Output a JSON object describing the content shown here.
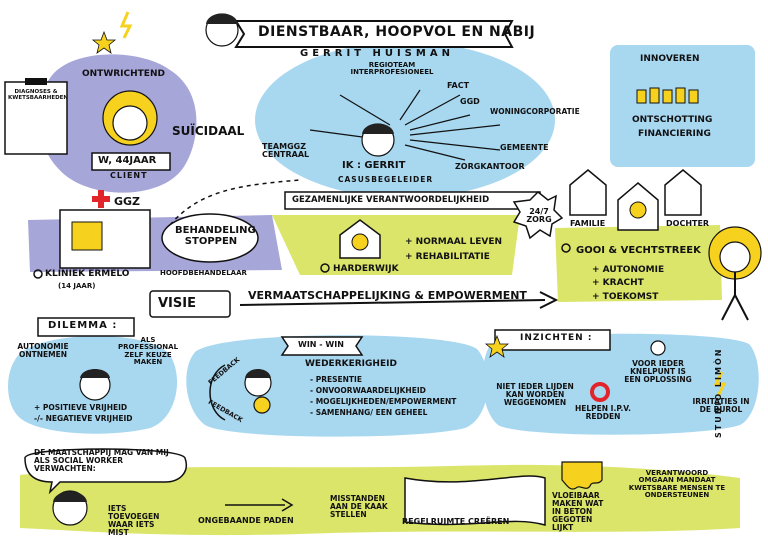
{
  "header": {
    "title": "DIENSTBAAR, HOOPVOL EN NABIJ",
    "subtitle": "GERRIT HUISMAN"
  },
  "client": {
    "ontwrichtend": "ONTWRICHTEND",
    "suicidaal": "SUÏCIDAAL",
    "clipboard_title": "DIAGNOSES & KWETSBAARHEDEN",
    "badge": "W, 44JAAR",
    "role": "CLIENT"
  },
  "network": {
    "regioteam": "REGIOTEAM INTERPROFESIONEEL",
    "fact": "FACT",
    "ggd": "GGD",
    "woningcorporatie": "WONINGCORPORATIE",
    "gemeente": "GEMEENTE",
    "zorgkantoor": "ZORGKANTOOR",
    "teamggz": "TEAMGGZ CENTRAAL",
    "ik": "IK : GERRIT",
    "casus": "CASUSBEGELEIDER",
    "banner": "GEZAMENLIJKE VERANTWOORDELIJKHEID"
  },
  "innoveren": {
    "title": "INNOVEREN",
    "text1": "ONTSCHOTTING",
    "text2": "FINANCIERING"
  },
  "ggz": {
    "label": "GGZ",
    "speech": "BEHANDELING STOPPEN",
    "kliniek": "KLINIEK ERMELO",
    "hoofd": "HOOFDBEHANDELAAR",
    "age": "(14 JAAR)"
  },
  "harderwijk": {
    "label": "HARDERWIJK",
    "items": [
      "+ NORMAAL LEVEN",
      "+ REHABILITATIE"
    ]
  },
  "gooi": {
    "zorg": "24/7 ZORG",
    "familie": "FAMILIE",
    "dochter": "DOCHTER",
    "region": "GOOI & VECHTSTREEK",
    "items": [
      "+ AUTONOMIE",
      "+ KRACHT",
      "+ TOEKOMST"
    ]
  },
  "visie": {
    "label": "VISIE",
    "text": "VERMAATSCHAPPELIJKING & EMPOWERMENT"
  },
  "dilemma": {
    "title": "DILEMMA :",
    "autonomie": "AUTONOMIE ONTNEMEN",
    "prof": "ALS PROFESSIONAL ZELF KEUZE MAKEN",
    "items": [
      "+ POSITIEVE VRIJHEID",
      "-/- NEGATIEVE VRIJHEID"
    ]
  },
  "winwin": {
    "title": "WIN - WIN",
    "feedback1": "FEEDBACK",
    "feedback2": "FEEDBACK",
    "heading": "WEDERKERIGHEID",
    "items": [
      "- PRESENTIE",
      "- ONVOORWAARDELIJKHEID",
      "- MOGELIJKHEDEN/EMPOWERMENT",
      "- SAMENHANG/ EEN GEHEEL"
    ]
  },
  "inzichten": {
    "title": "INZICHTEN :",
    "lijden": "NIET IEDER LIJDEN KAN WORDEN WEGGENOMEN",
    "knelpunt": "VOOR IEDER KNELPUNT IS EEN OPLOSSING",
    "helpen": "HELPEN I.P.V. REDDEN",
    "irritaties": "IRRITATIES IN DE BUROL"
  },
  "bottom": {
    "speech": "DE MAATSCHAPPIJ MAG VAN MIJ ALS SOCIAL WORKER VERWACHTEN:",
    "items": [
      "IETS TOEVOEGEN WAAR IETS MIST",
      "ONGEBAANDE PADEN",
      "MISSTANDEN AAN DE KAAK STELLEN",
      "REGELRUIMTE CREËREN",
      "VLOEIBAAR MAKEN WAT IN BETON GEGOTEN LIJKT",
      "VERANTWOORD OMGAAN MANDAAT KWETSBARE MENSEN TE ONDERSTEUNEN"
    ]
  },
  "credit": "STUDIO LIMÒN",
  "colors": {
    "lavender": "#a7a6d8",
    "lightblue": "#a8d7f0",
    "lime": "#dbe56a",
    "yellow": "#f6d21f",
    "red": "#e2252b"
  }
}
